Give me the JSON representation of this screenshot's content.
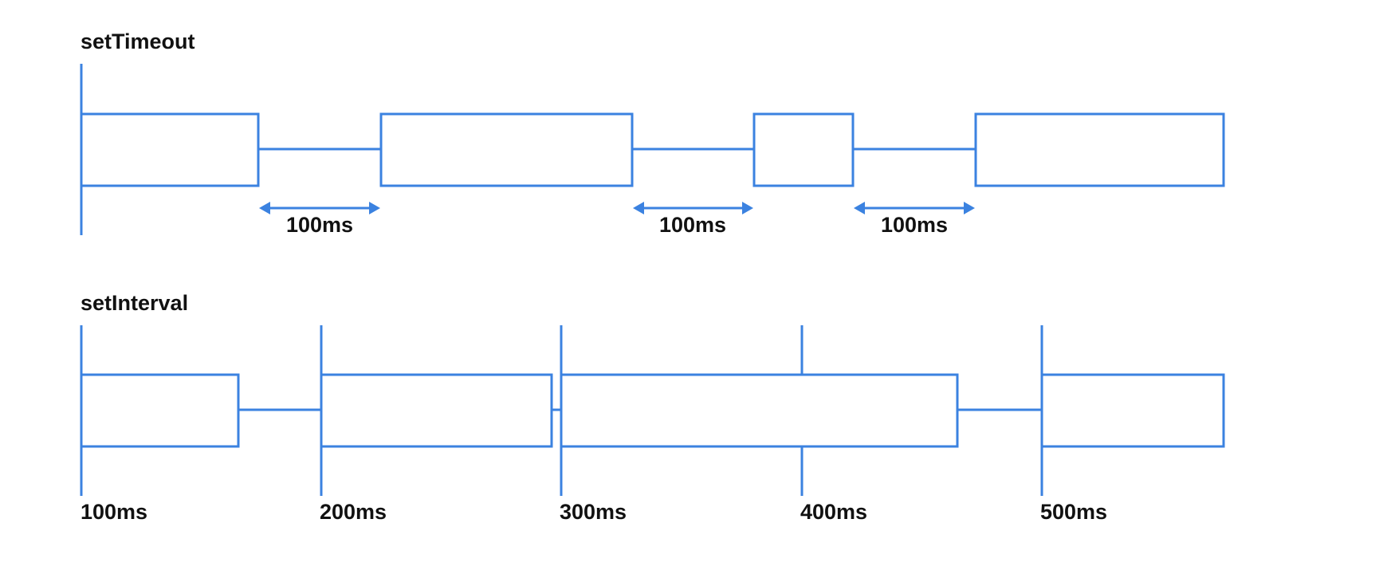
{
  "colors": {
    "accent": "#3b82e0",
    "text": "#111111",
    "background": "#ffffff"
  },
  "set_timeout": {
    "title": "setTimeout",
    "gap_labels": [
      "100ms",
      "100ms",
      "100ms"
    ]
  },
  "set_interval": {
    "title": "setInterval",
    "tick_labels": [
      "100ms",
      "200ms",
      "300ms",
      "400ms",
      "500ms"
    ]
  }
}
